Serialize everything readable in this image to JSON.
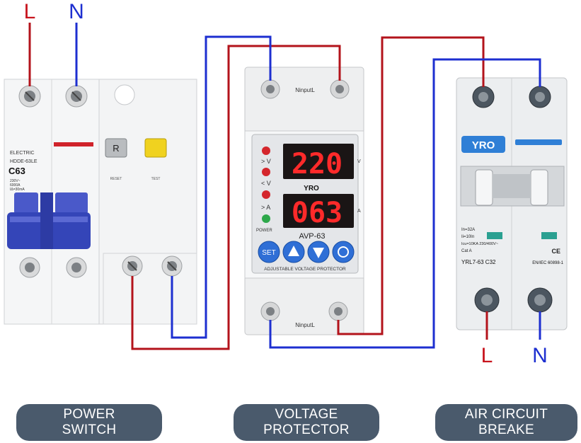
{
  "wires": {
    "top_live_label": "L",
    "top_neutral_label": "N",
    "bottom_live_label": "L",
    "bottom_neutral_label": "N",
    "live_color": "#b3131b",
    "neutral_color": "#1d2fd0"
  },
  "power_switch": {
    "brand": "ELECTRIC",
    "model": "HDDE-63LE",
    "rating": "C63",
    "spec_1": "230V~",
    "spec_2": "6000A",
    "spec_3": "IΔ=30mA",
    "reset_button": "R",
    "test_label_left": "RESET",
    "test_label_right": "TEST",
    "caption_line1": "POWER",
    "caption_line2": "SWITCH"
  },
  "voltage_protector": {
    "terminal_label_top": "NinputL",
    "terminal_label_bottom": "NinputL",
    "brand": "YRO",
    "display_top": "220",
    "display_top_unit": "V",
    "display_bottom": "063",
    "display_bottom_unit": "A",
    "indicator_over_v": "> V",
    "indicator_under_v": "< V",
    "indicator_over_a": "> A",
    "indicator_power": "POWER",
    "model": "AVP-63",
    "btn_set": "SET",
    "footer": "ADJUSTABLE VOLTAGE PROTECTOR",
    "caption_line1": "VOLTAGE",
    "caption_line2": "PROTECTOR"
  },
  "air_circuit_breaker": {
    "brand": "YRO",
    "spec_in": "In=32A",
    "spec_line2": "Ii=10In",
    "spec_line3": "Icu=10KA 230/400V~",
    "spec_line4": "Cat A",
    "model": "YRL7-63 C32",
    "standard": "EN/IEC 60898-1",
    "ce_mark": "CE",
    "caption_line1": "AIR CIRCUIT",
    "caption_line2": "BREAKE"
  }
}
